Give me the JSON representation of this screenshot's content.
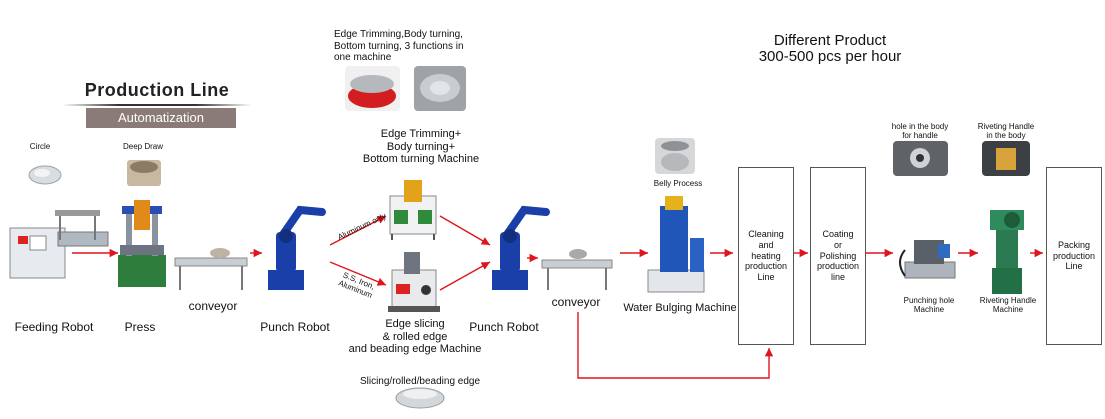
{
  "title": {
    "main": "Production Line",
    "banner": "Automatization"
  },
  "header_right": {
    "line1": "Different Product",
    "line2": "300-500 pcs per hour"
  },
  "top_caption": "Edge Trimming,Body turning,\nBottom turning, 3 functions in\none machine",
  "labels": {
    "circle": "Circle",
    "deep_draw": "Deep Draw",
    "feeding_robot": "Feeding Robot",
    "press": "Press",
    "conveyor_1": "conveyor",
    "punch_robot_1": "Punch Robot",
    "trim_machine": "Edge Trimming+\nBody turning+\nBottom turning Machine",
    "aluminum_only": "Aluminum only",
    "ss_iron_al": "S.S, Iron, Aluminum",
    "slice_machine": "Edge slicing\n& rolled edge\nand beading edge Machine",
    "punch_robot_2": "Punch Robot",
    "conveyor_2": "conveyor",
    "belly_process": "Belly Process",
    "water_bulging": "Water Bulging Machine",
    "hole_caption": "hole in the body\nfor handle",
    "rivet_caption": "Riveting Handle\nin the body",
    "punching_hole": "Punching hole\nMachine",
    "riveting_handle": "Riveting Handle\nMachine",
    "slicing_caption": "Slicing/rolled/beading edge"
  },
  "boxes": {
    "cleaning": "Cleaning\nand\nheating\nproduction\nLine",
    "coating": "Coating\nor\nPolishing\nproduction\nline",
    "packing": "Packing\nproduction\nLine"
  },
  "colors": {
    "arrow": "#e0141c",
    "banner": "#8a7b78",
    "robot": "#1a3fa8",
    "press": "#2f7d3c"
  }
}
